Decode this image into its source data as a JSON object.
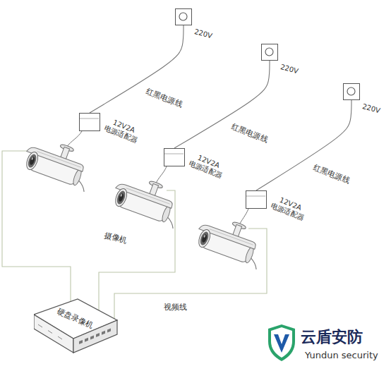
{
  "diagram": {
    "nodes": [
      {
        "text": [
          "220V"
        ]
      },
      {
        "text": [
          "220V"
        ]
      },
      {
        "text": [
          "220V"
        ]
      },
      {
        "text": [
          "12V2A 电源适配器"
        ]
      },
      {
        "text": [
          "12V2A 电源适配器"
        ]
      },
      {
        "text": [
          "12V2A 电源适配器"
        ]
      },
      {
        "text": [
          "硬盘录像机"
        ]
      }
    ],
    "edges": [
      {
        "from": 0,
        "to": 3,
        "arrow": "none",
        "label": "红黑电源线"
      },
      {
        "from": 1,
        "to": 4,
        "arrow": "none",
        "label": "红黑电源线"
      },
      {
        "from": 2,
        "to": 5,
        "arrow": "none",
        "label": "红黑电源线"
      }
    ],
    "labels": [
      "摄像机",
      "视频线",
      "云盾安防",
      "Yundun security"
    ]
  }
}
